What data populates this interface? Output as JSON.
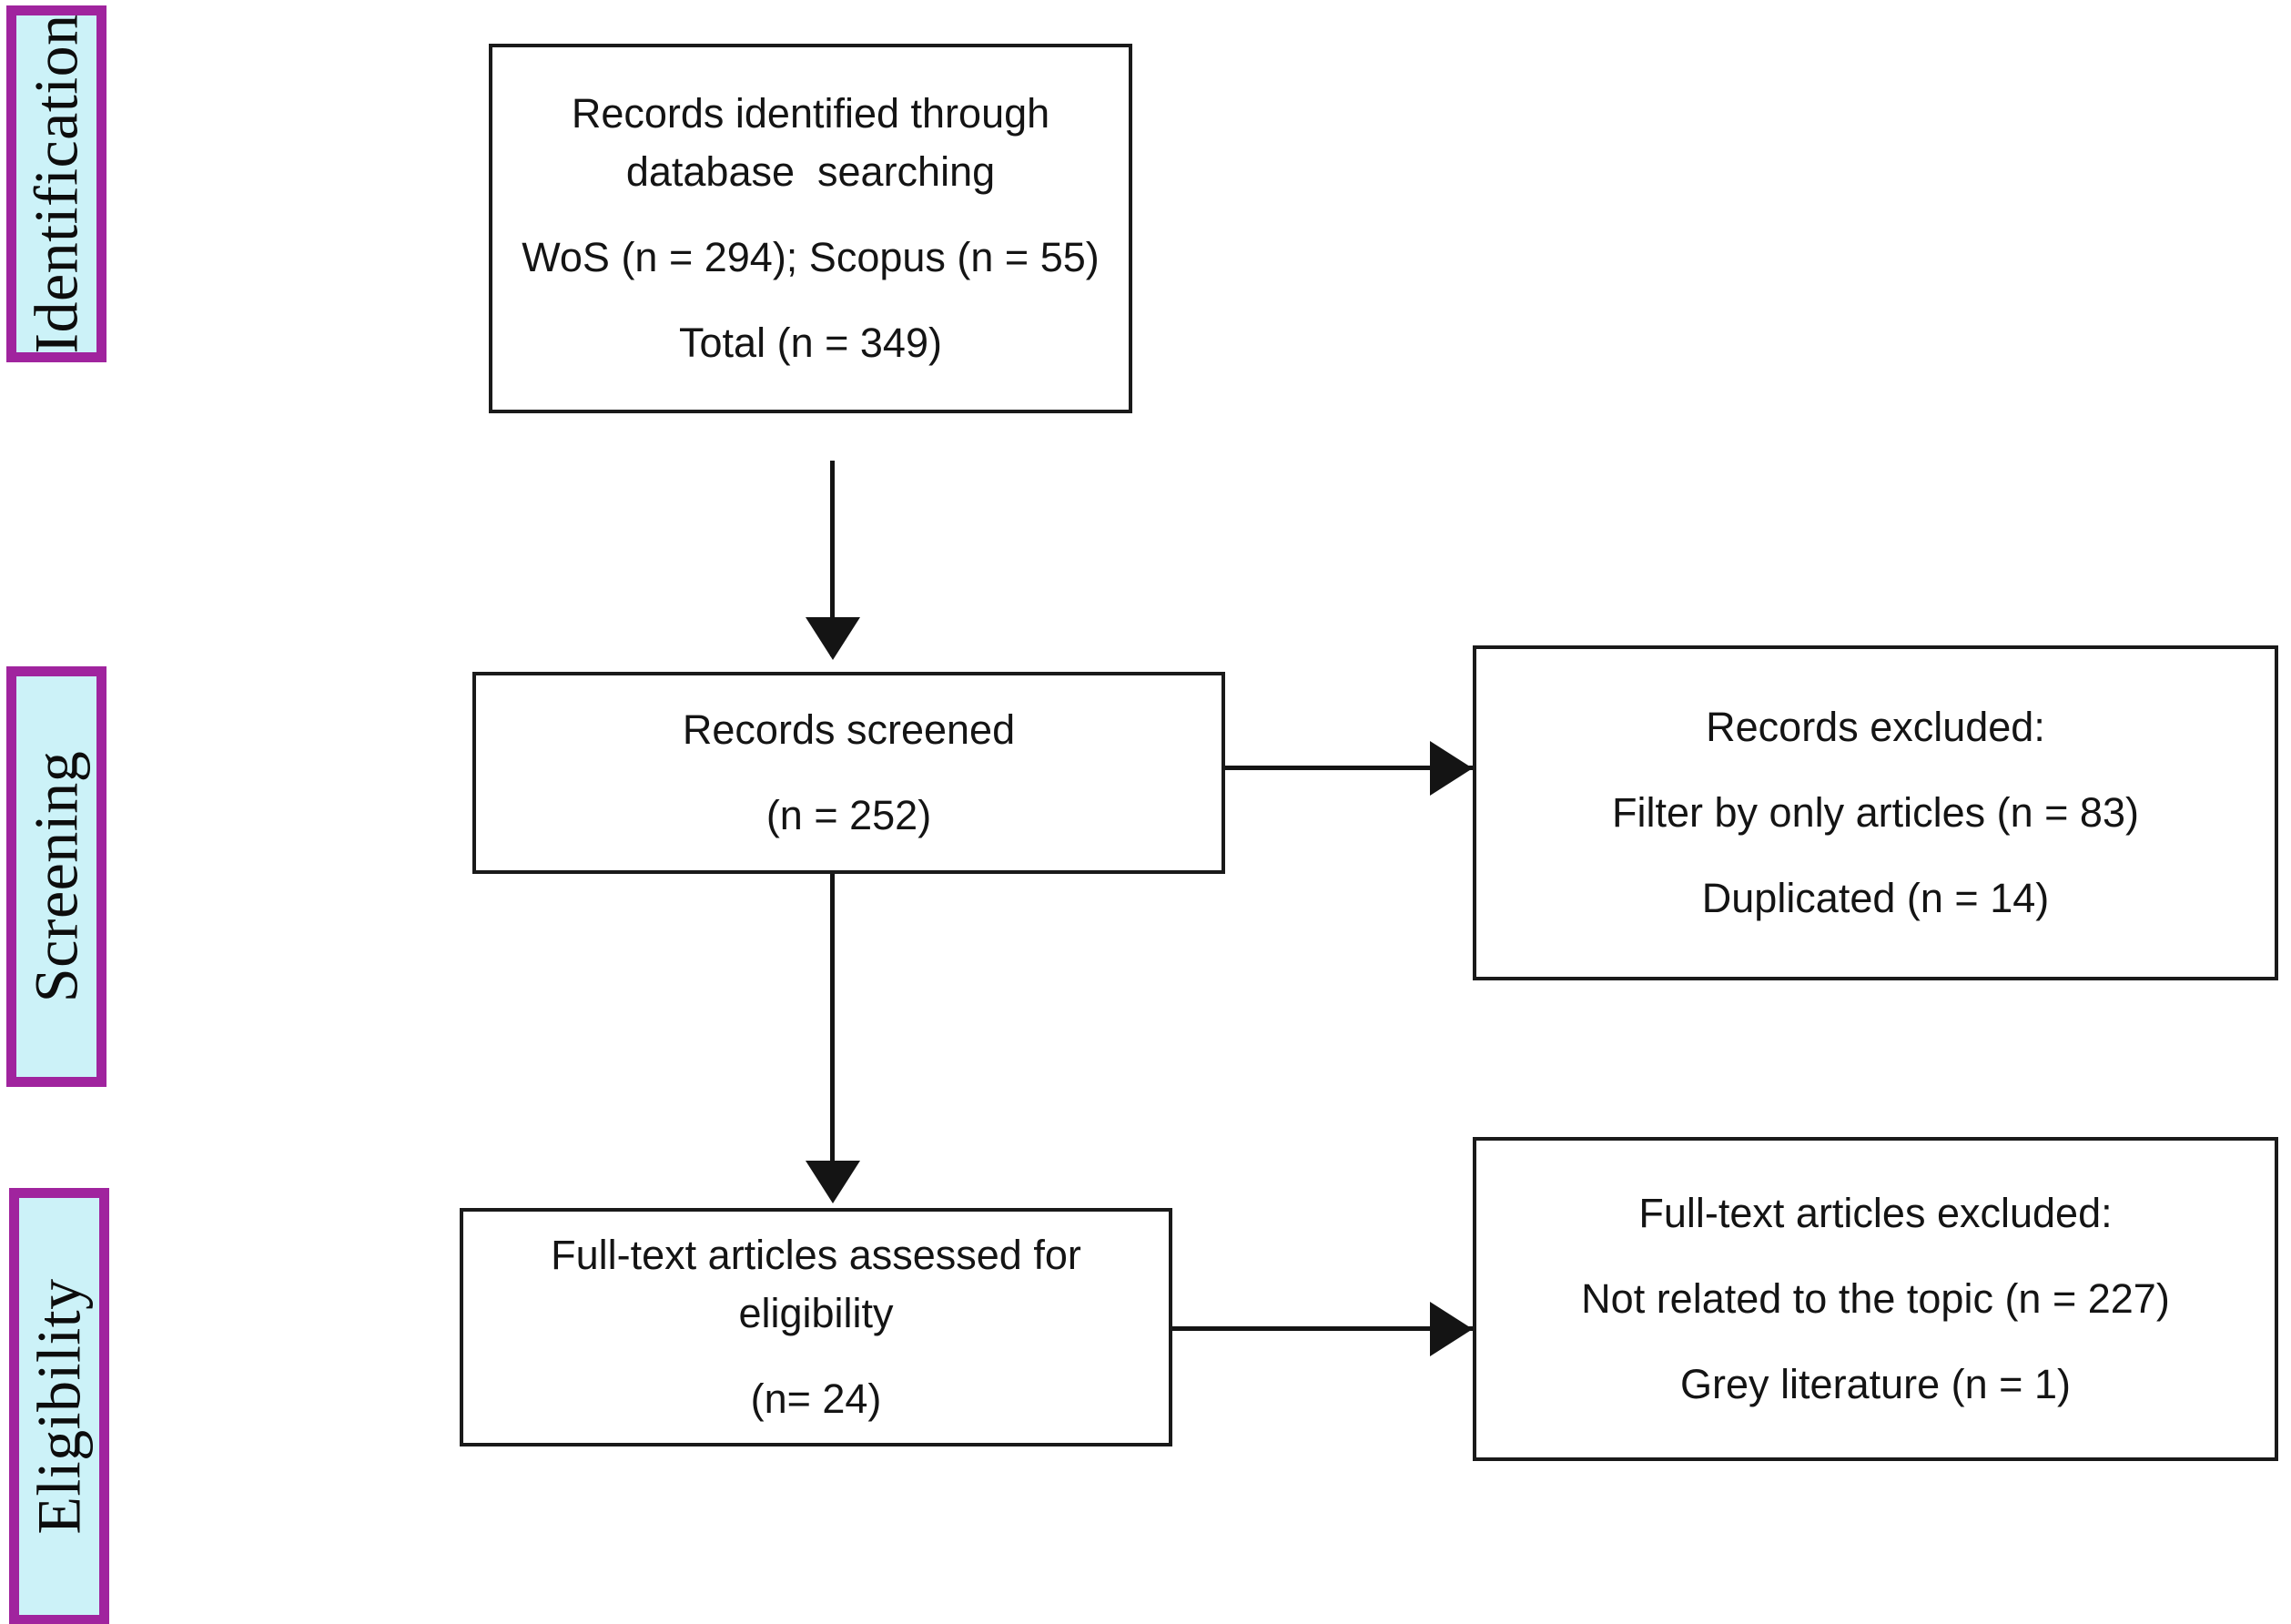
{
  "diagram": {
    "type": "prisma-flow-diagram",
    "colors": {
      "stage_fill": "#CCF2F8",
      "stage_border": "#A0249E",
      "box_border": "#1a1a1a",
      "box_fill": "#ffffff",
      "text": "#141414"
    },
    "stages": [
      {
        "id": "identification",
        "label": "Identification"
      },
      {
        "id": "screening",
        "label": "Screening"
      },
      {
        "id": "eligibility",
        "label": "Eligibility"
      }
    ],
    "boxes": {
      "identified": {
        "name": "records-identified",
        "lines": [
          "Records identified through",
          "database  searching",
          "WoS (n = 294); Scopus (n = 55)",
          "Total (n = 349)"
        ]
      },
      "screened": {
        "name": "records-screened",
        "lines": [
          "Records screened",
          "(n = 252)"
        ]
      },
      "records_excluded": {
        "name": "records-excluded",
        "lines": [
          "Records excluded:",
          "Filter by only articles (n = 83)",
          "Duplicated (n = 14)"
        ]
      },
      "fulltext_assessed": {
        "name": "fulltext-articles-assessed",
        "lines": [
          "Full-text articles assessed for",
          "eligibility",
          "(n= 24)"
        ]
      },
      "fulltext_excluded": {
        "name": "fulltext-articles-excluded",
        "lines": [
          "Full-text articles excluded:",
          "Not related to the topic (n = 227)",
          "Grey literature (n = 1)"
        ]
      }
    },
    "counts": {
      "wos": 294,
      "scopus": 55,
      "total_identified": 349,
      "screened": 252,
      "excluded_filter_only_articles": 83,
      "excluded_duplicated": 14,
      "fulltext_assessed": 24,
      "excluded_not_related": 227,
      "excluded_grey_literature": 1
    }
  }
}
